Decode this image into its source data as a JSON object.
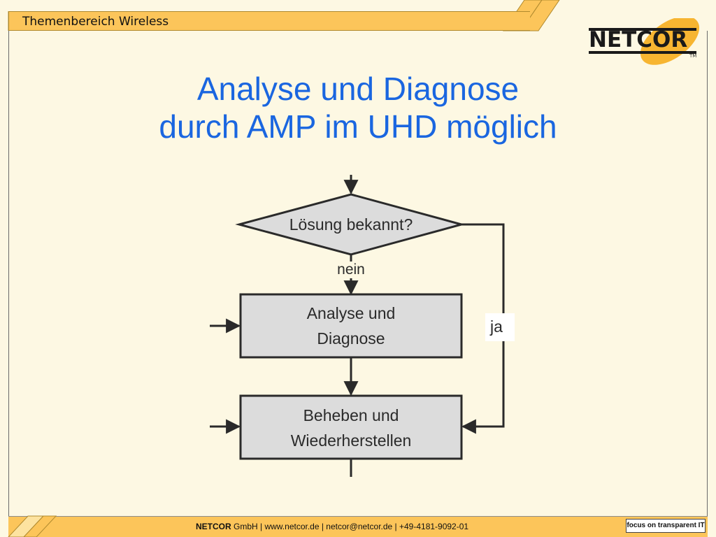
{
  "header": {
    "topic": "Themenbereich Wireless"
  },
  "logo": {
    "text": "NETCOR",
    "tm": "TM"
  },
  "title": {
    "line1": "Analyse und Diagnose",
    "line2": "durch AMP im UHD möglich"
  },
  "diagram": {
    "decision": "Lösung bekannt?",
    "label_no": "nein",
    "label_yes": "ja",
    "box1_line1": "Analyse und",
    "box1_line2": "Diagnose",
    "box2_line1": "Beheben und",
    "box2_line2": "Wiederherstellen"
  },
  "footer": {
    "company": "NETCOR",
    "company_suffix": " GmbH",
    "contact": "  | www.netcor.de | netcor@netcor.de | +49-4181-9092-01",
    "tagline": "focus on transparent IT"
  },
  "colors": {
    "band": "#fcc55a",
    "title": "#1a66e0",
    "box_fill": "#dcdcdc",
    "background": "#fdf8e3"
  }
}
